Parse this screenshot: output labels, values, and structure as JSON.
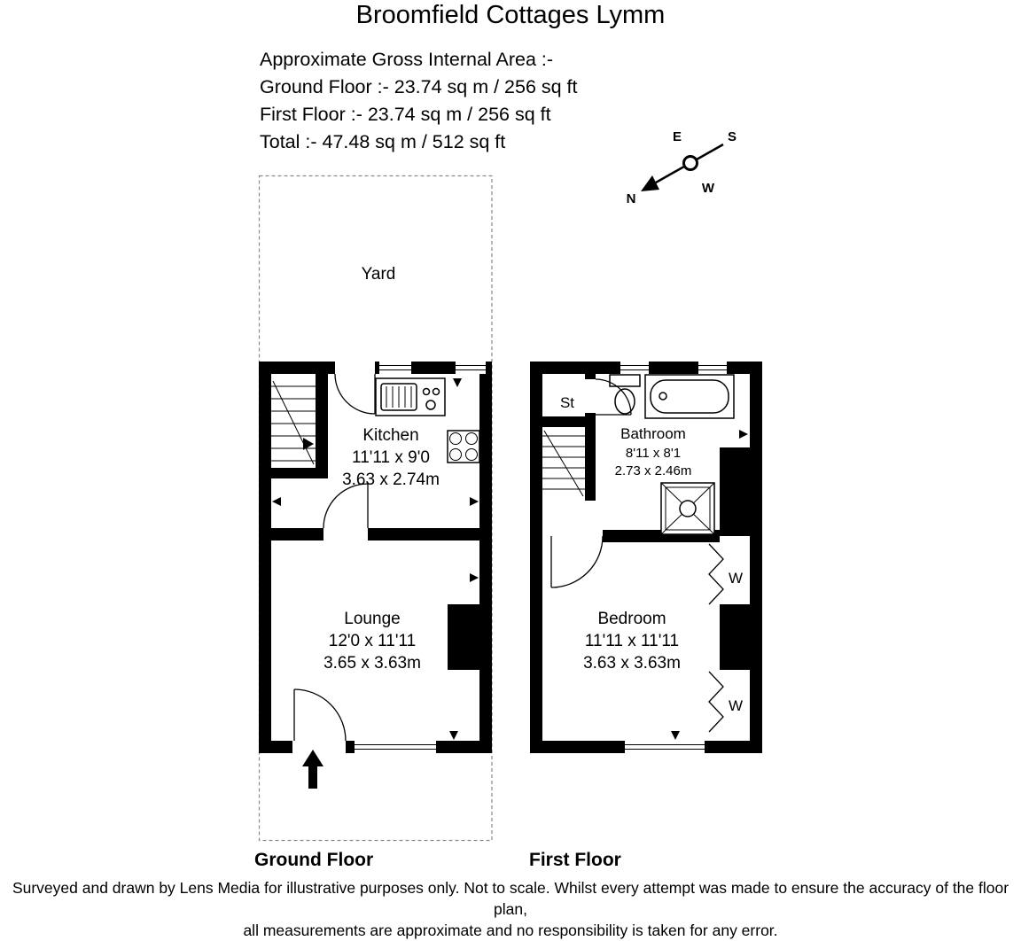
{
  "colors": {
    "ink": "#000000",
    "yard_dash": "#8a8a8a"
  },
  "title": "Broomfield Cottages Lymm",
  "area_summary": {
    "heading": "Approximate Gross Internal Area :-",
    "lines": [
      "Ground Floor :- 23.74 sq m / 256 sq ft",
      "First Floor :- 23.74 sq m / 256 sq ft",
      "Total :- 47.48 sq m / 512 sq ft"
    ]
  },
  "compass": {
    "n": "N",
    "e": "E",
    "s": "S",
    "w": "W"
  },
  "ground_floor": {
    "label": "Ground Floor",
    "yard": "Yard",
    "kitchen": {
      "name": "Kitchen",
      "imperial": "11'11 x 9'0",
      "metric": "3.63 x 2.74m"
    },
    "lounge": {
      "name": "Lounge",
      "imperial": "12'0 x 11'11",
      "metric": "3.65 x 3.63m"
    }
  },
  "first_floor": {
    "label": "First Floor",
    "store": "St",
    "bathroom": {
      "name": "Bathroom",
      "imperial": "8'11 x 8'1",
      "metric": "2.73 x 2.46m"
    },
    "bedroom": {
      "name": "Bedroom",
      "imperial": "11'11 x 11'11",
      "metric": "3.63 x 3.63m"
    },
    "wardrobe_top": "W",
    "wardrobe_bottom": "W"
  },
  "footer": {
    "line1": "Surveyed and drawn by Lens Media for illustrative purposes only. Not to scale. Whilst every attempt was made to ensure the accuracy of the floor plan,",
    "line2": "all measurements are approximate and no responsibility is taken for any error."
  }
}
